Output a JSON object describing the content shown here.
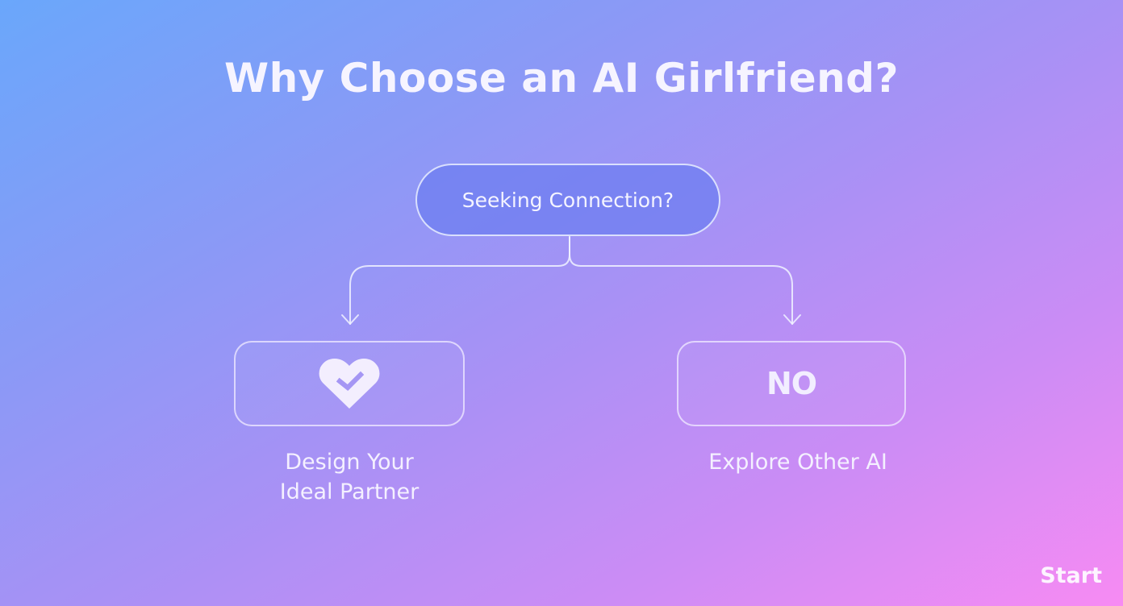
{
  "title": "Why Choose an AI Girlfriend?",
  "root_node": {
    "label": "Seeking Connection?"
  },
  "branches": [
    {
      "icon": "heart-icon",
      "label_lines": [
        "Design Your",
        "Ideal Partner"
      ]
    },
    {
      "icon_text": "NO",
      "label_lines": [
        "Explore Other AI"
      ]
    }
  ],
  "corner_label": "Start",
  "colors": {
    "gradient_start": "#6aa7fb",
    "gradient_end": "#f78bf3",
    "root_fill": "#6e7df0",
    "line": "#eef0ff"
  }
}
